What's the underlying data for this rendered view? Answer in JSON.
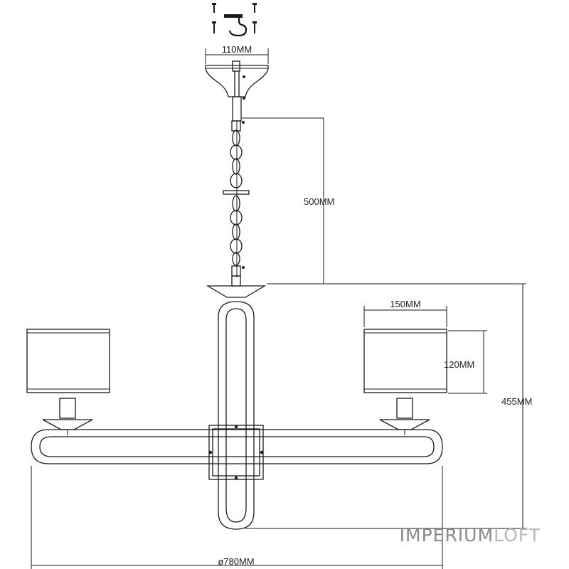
{
  "dimensions": {
    "canopy_width": "110MM",
    "chain_length": "500MM",
    "shade_width": "150MM",
    "shade_height": "120MM",
    "body_height": "455MM",
    "overall_diameter": "ø780MM"
  },
  "watermark": {
    "part1": "IMPERIUM",
    "part2": "LOFT",
    "color1": "#8a8a8a",
    "color2": "#b8b8b8"
  },
  "colors": {
    "line": "#1a1a1a",
    "background": "#ffffff"
  }
}
